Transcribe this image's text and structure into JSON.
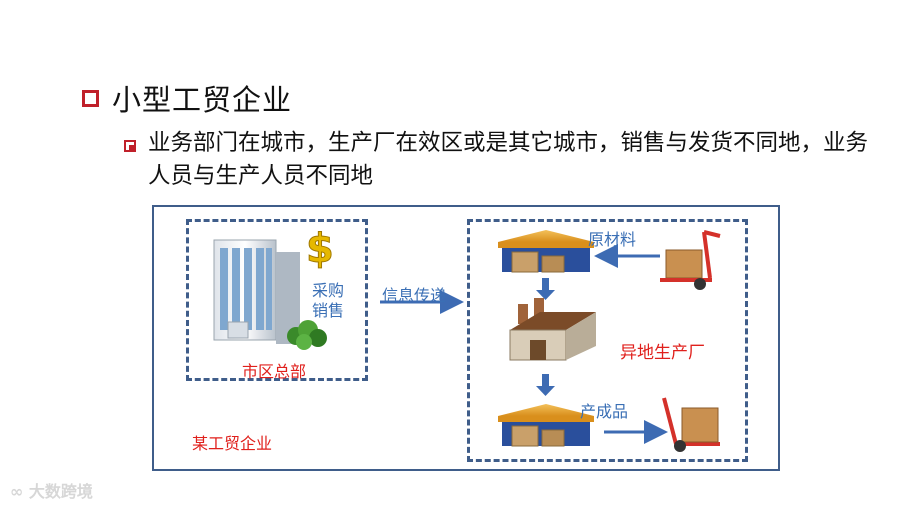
{
  "title": "小型工贸企业",
  "subtitle": "业务部门在城市，生产厂在效区或是其它城市，销售与发货不同地，业务人员与生产人员不同地",
  "diagram": {
    "hq_label": "市区总部",
    "hq_function_1": "采购",
    "hq_function_2": "销售",
    "info_link": "信息传递",
    "raw_material": "原材料",
    "factory_label": "异地生产厂",
    "product": "产成品",
    "company_label": "某工贸企业"
  },
  "watermark": "大数跨境",
  "colors": {
    "accent": "#c0202a",
    "frame": "#3f5d8a",
    "label_red": "#e0201c",
    "label_blue": "#3a6fb5",
    "arrow": "#3d6bb3"
  }
}
